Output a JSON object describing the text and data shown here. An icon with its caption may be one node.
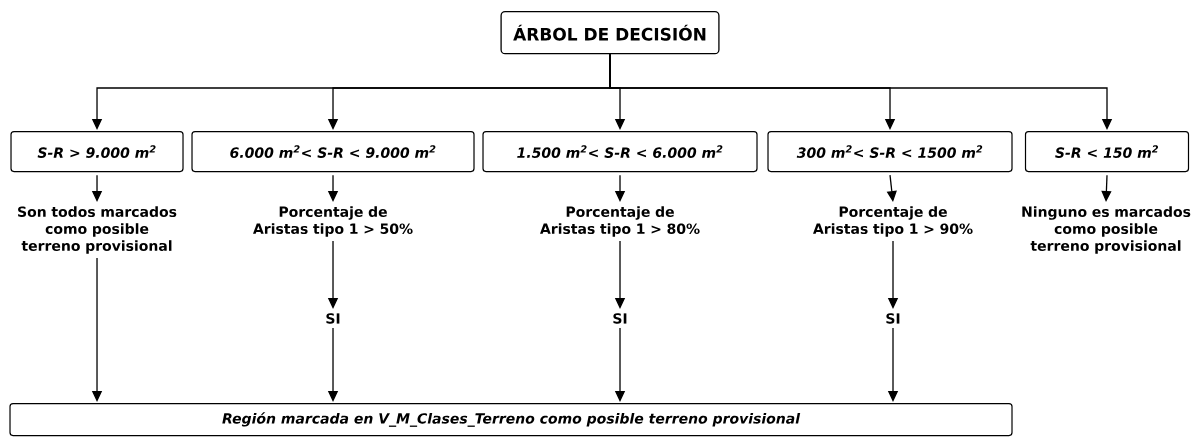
{
  "diagram": {
    "nodes": [
      {
        "text": [
          "ÁRBOL DE DECISIÓN"
        ]
      },
      {
        "text": [
          "S-R > 9.000 m$^{2}$"
        ]
      },
      {
        "text": [
          "6.000 m$^{2}$< S-R < 9.000 m$^{2}$"
        ]
      },
      {
        "text": [
          "1.500 m$^{2}$< S-R < 6.000 m$^{2}$"
        ]
      },
      {
        "text": [
          "300 m$^{2}$< S-R < 1500 m$^{2}$"
        ]
      },
      {
        "text": [
          "S-R < 150 m$^{2}$"
        ]
      },
      {
        "text": [
          "Son todos marcados como posible terreno provisional"
        ]
      },
      {
        "text": [
          "Porcentaje de Aristas tipo 1 > 50%"
        ]
      },
      {
        "text": [
          "SI"
        ]
      },
      {
        "text": [
          "Porcentaje de Aristas tipo 1 > 80%"
        ]
      },
      {
        "text": [
          "SI"
        ]
      },
      {
        "text": [
          "Porcentaje de Aristas tipo 1 > 90%"
        ]
      },
      {
        "text": [
          "SI"
        ]
      },
      {
        "text": [
          "Ninguno es marcados como posible terreno provisional"
        ]
      },
      {
        "text": [
          "Región marcada en V_M_Clases_Terreno como posible terreno provisional"
        ]
      }
    ],
    "edges": [
      {
        "from": 0,
        "to": 1,
        "arrow": "to"
      },
      {
        "from": 0,
        "to": 2,
        "arrow": "to"
      },
      {
        "from": 0,
        "to": 3,
        "arrow": "to"
      },
      {
        "from": 0,
        "to": 4,
        "arrow": "to"
      },
      {
        "from": 0,
        "to": 5,
        "arrow": "to"
      },
      {
        "from": 1,
        "to": 6,
        "arrow": "to"
      },
      {
        "from": 2,
        "to": 7,
        "arrow": "to"
      },
      {
        "from": 7,
        "to": 8,
        "arrow": "to"
      },
      {
        "from": 3,
        "to": 9,
        "arrow": "to"
      },
      {
        "from": 9,
        "to": 10,
        "arrow": "to"
      },
      {
        "from": 4,
        "to": 11,
        "arrow": "to"
      },
      {
        "from": 11,
        "to": 12,
        "arrow": "to"
      },
      {
        "from": 5,
        "to": 13,
        "arrow": "to"
      },
      {
        "from": 6,
        "to": 14,
        "arrow": "to"
      },
      {
        "from": 8,
        "to": 14,
        "arrow": "to"
      },
      {
        "from": 10,
        "to": 14,
        "arrow": "to"
      },
      {
        "from": 12,
        "to": 14,
        "arrow": "to"
      }
    ]
  }
}
